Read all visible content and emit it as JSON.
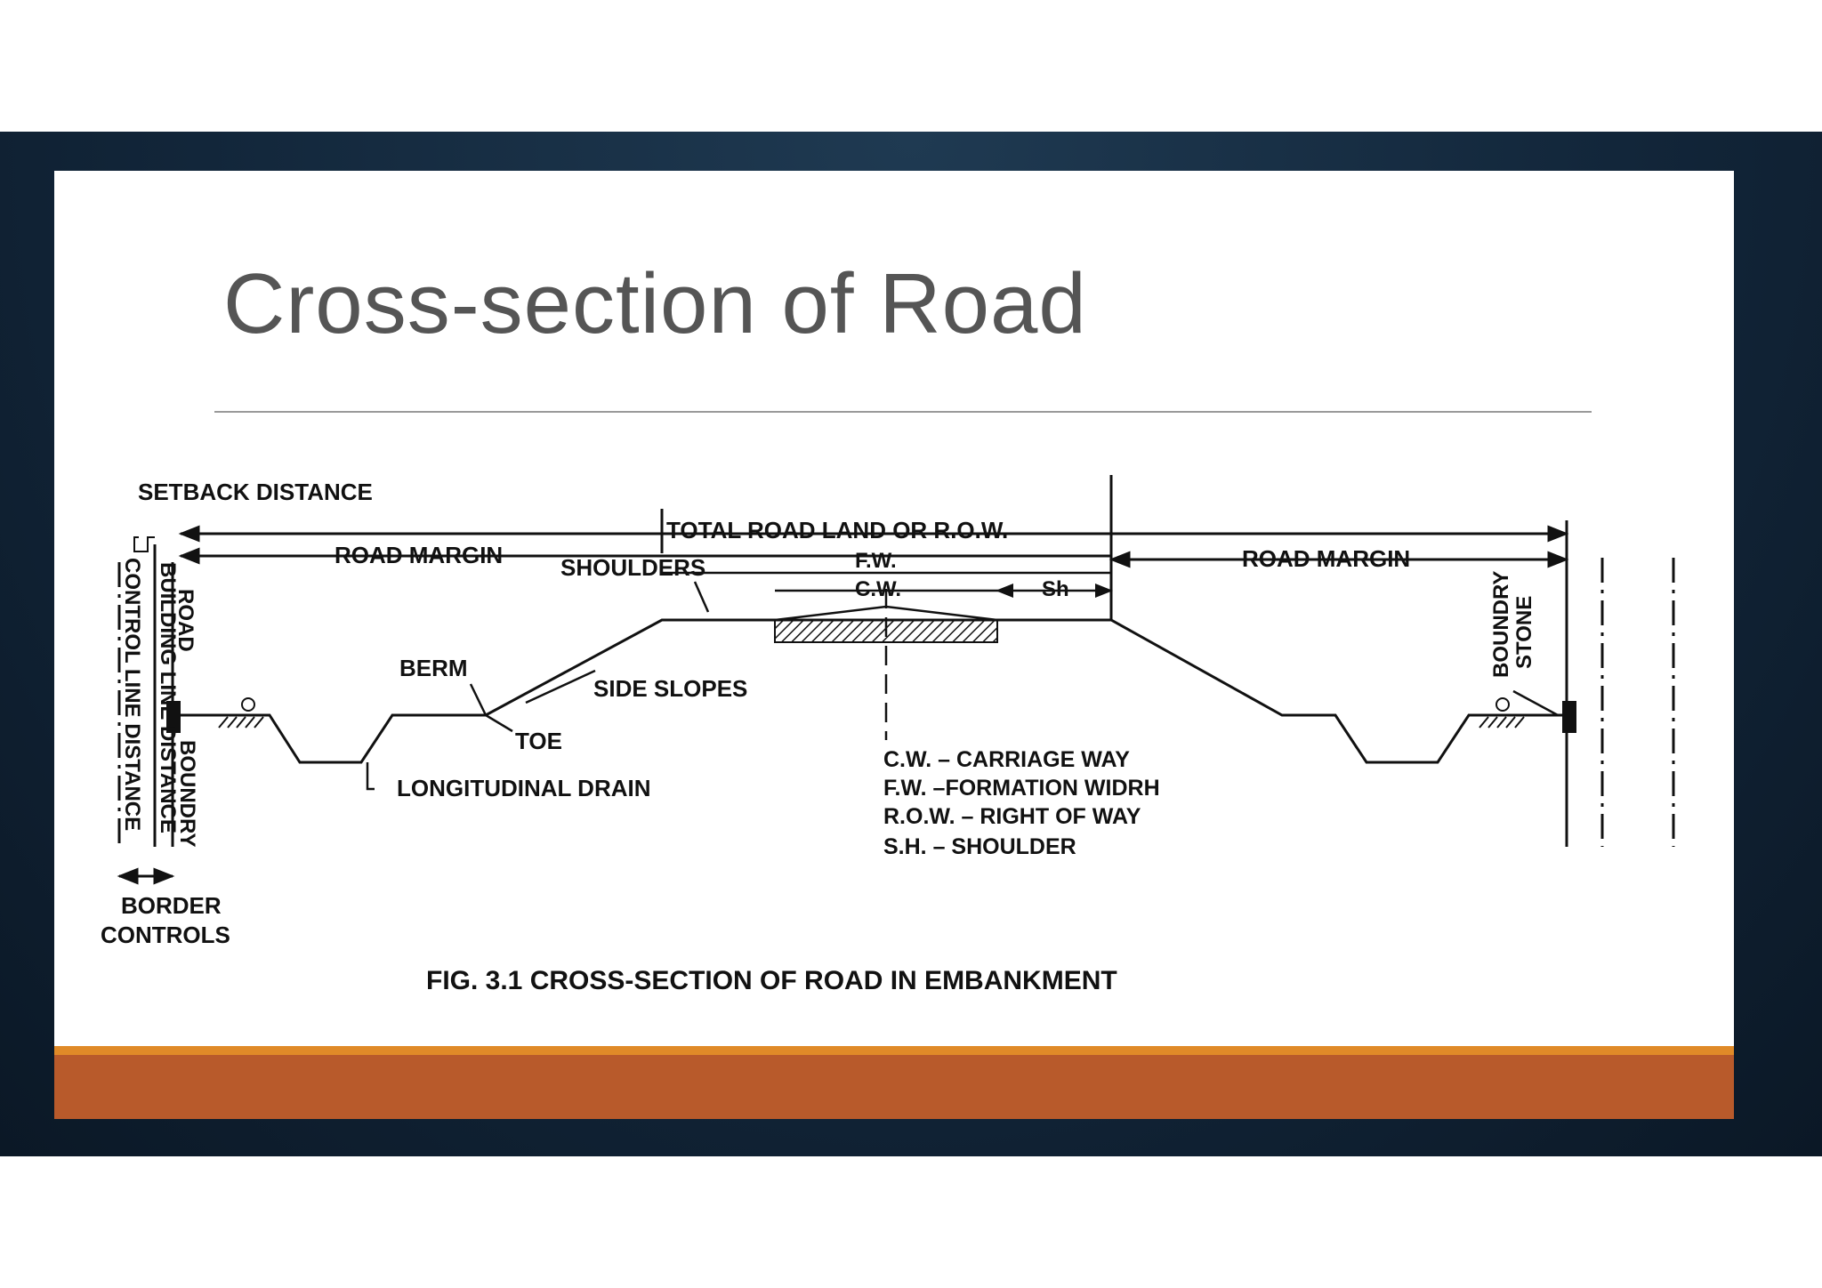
{
  "slide": {
    "title": "Cross-section of Road"
  },
  "diagram": {
    "labels": {
      "setback_distance": "SETBACK DISTANCE",
      "total_road_land": "TOTAL ROAD LAND OR R.O.W.",
      "road_margin_left": "ROAD MARGIN",
      "road_margin_right": "ROAD MARGIN",
      "fw": "F.W.",
      "cw": "C.W.",
      "sh": "Sh",
      "shoulders": "SHOULDERS",
      "berm": "BERM",
      "side_slopes": "SIDE SLOPES",
      "toe": "TOE",
      "longitudinal_drain": "LONGITUDINAL DRAIN",
      "control_line_distance": "CONTROL LINE DISTANCE",
      "building_line_distance": "BUILDING LINE DISTANCE",
      "road": "ROAD",
      "boundry": "BOUNDRY",
      "boundry_stone_1": "BOUNDRY",
      "boundry_stone_2": "STONE",
      "border_controls_1": "BORDER",
      "border_controls_2": "CONTROLS",
      "figure_caption": "FIG. 3.1 CROSS-SECTION OF ROAD IN EMBANKMENT"
    },
    "legend": [
      "C.W. – CARRIAGE WAY",
      "F.W. –FORMATION WIDRH",
      "R.O.W. – RIGHT OF WAY",
      "S.H. – SHOULDER"
    ]
  }
}
